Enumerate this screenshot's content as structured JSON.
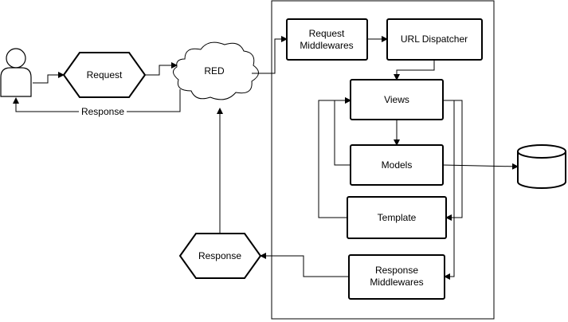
{
  "nodes": {
    "request": "Request",
    "red": "RED",
    "response_edge": "Response",
    "request_middlewares": [
      "Request",
      "Middlewares"
    ],
    "url_dispatcher": "URL Dispatcher",
    "views": "Views",
    "models": "Models",
    "template": "Template",
    "response_middlewares": [
      "Response",
      "Middlewares"
    ],
    "response_hex": "Response"
  }
}
